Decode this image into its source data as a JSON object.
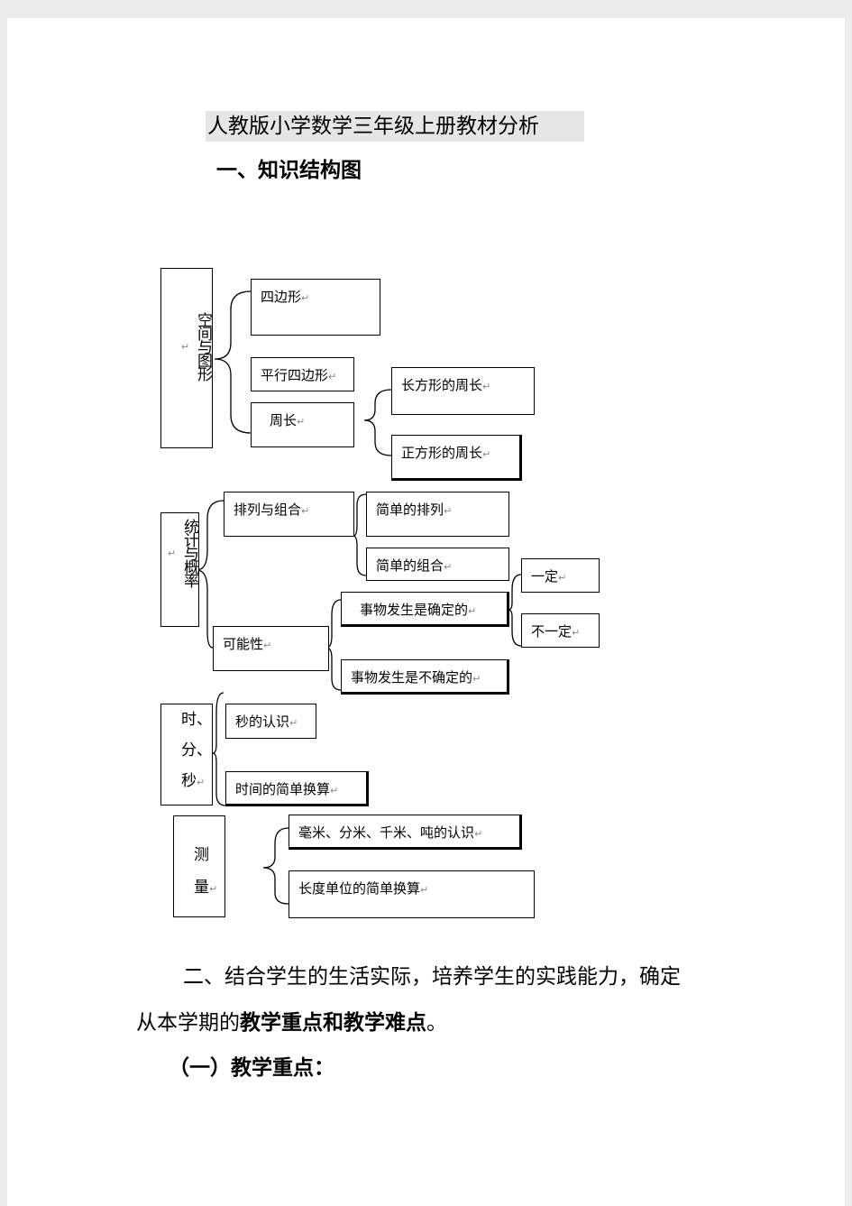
{
  "title": "人教版小学数学三年级上册教材分析",
  "section1": "一、知识结构图",
  "return_mark": "↵",
  "diagram": {
    "space": {
      "label": "空间与图形",
      "n1": "四边形",
      "n2": "平行四边形",
      "n3": "周长",
      "n3a": "长方形的周长",
      "n3b": "正方形的周长"
    },
    "stats": {
      "label": "统计与概率",
      "n1": "排列与组合",
      "n1a": "简单的排列",
      "n1b": "简单的组合",
      "n2": "可能性",
      "n2a": "事物发生是确定的",
      "n2a1": "一定",
      "n2a2": "不一定",
      "n2b": "事物发生是不确定的"
    },
    "time": {
      "label_1": "时、",
      "label_2": "分、",
      "label_3": "秒",
      "n1": "秒的认识",
      "n2": "时间的简单换算"
    },
    "measure": {
      "label_1": "测",
      "label_2": "量",
      "n1": "毫米、分米、千米、吨的认识",
      "n2": "长度单位的简单换算"
    }
  },
  "para2_normal_1": "二、结合学生的生活实际，培养学生的实践能力，确定",
  "para2_normal_2": "从本学期的",
  "para2_bold_1": "教学重点和教学难点",
  "para2_end": "。",
  "section3": "（一）教学重点："
}
